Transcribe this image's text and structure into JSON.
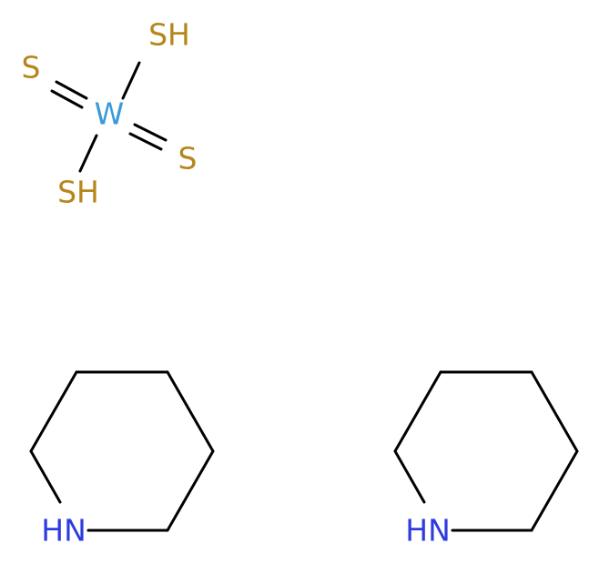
{
  "molecules": {
    "tungsten_complex": {
      "center": {
        "label": "W",
        "color": "#3a9ad9"
      },
      "ligands": [
        {
          "label": "SH",
          "color": "#b5871a"
        },
        {
          "label": "S",
          "color": "#b5871a"
        },
        {
          "label": "S",
          "color": "#b5871a"
        },
        {
          "label": "SH",
          "color": "#b5871a"
        }
      ]
    },
    "piperidine_left": {
      "nitrogen": {
        "label": "HN",
        "color": "#2e3be0"
      }
    },
    "piperidine_right": {
      "nitrogen": {
        "label": "HN",
        "color": "#2e3be0"
      }
    }
  }
}
